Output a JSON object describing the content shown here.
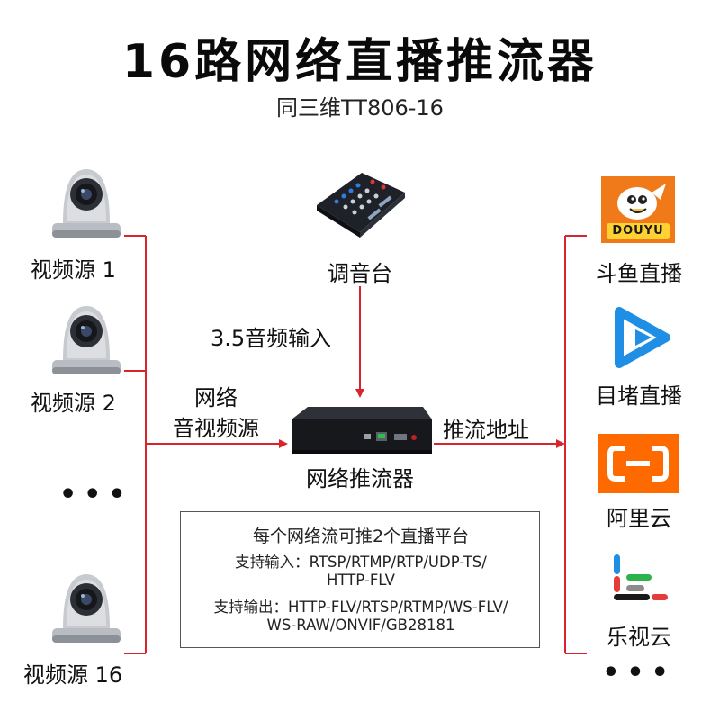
{
  "title": "16路网络直播推流器",
  "subtitle": "同三维TT806-16",
  "sources": [
    {
      "label": "视频源 1"
    },
    {
      "label": "视频源 2"
    },
    {
      "label": "视频源 16"
    }
  ],
  "source_ellipsis": "•••",
  "mixer": {
    "label": "调音台",
    "input_label": "3.5音频输入"
  },
  "network_input": {
    "line1": "网络",
    "line2": "音视频源"
  },
  "device": {
    "label": "网络推流器"
  },
  "push_label": "推流地址",
  "platforms": [
    {
      "label": "斗鱼直播",
      "logo_text": "DOUYU"
    },
    {
      "label": "目堵直播"
    },
    {
      "label": "阿里云"
    },
    {
      "label": "乐视云"
    }
  ],
  "platform_ellipsis": "•••",
  "info": {
    "title": "每个网络流可推2个直播平台",
    "line1": "支持输入：RTSP/RTMP/RTP/UDP-TS/",
    "line2": "HTTP-FLV",
    "line3": "支持输出：HTTP-FLV/RTSP/RTMP/WS-FLV/",
    "line4": "WS-RAW/ONVIF/GB28181"
  },
  "colors": {
    "line": "#d9242b",
    "douyu": "#f07a1a",
    "youku": "#1f8fe6",
    "aliyun": "#ff6a00"
  }
}
